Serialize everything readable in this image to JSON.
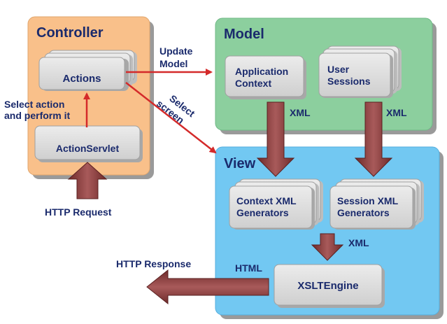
{
  "controller": {
    "title": "Controller",
    "actions_label": "Actions",
    "servlet_label": "ActionServlet"
  },
  "model": {
    "title": "Model",
    "app_context_line1": "Application",
    "app_context_line2": "Context",
    "user_sessions_line1": "User",
    "user_sessions_line2": "Sessions"
  },
  "view": {
    "title": "View",
    "context_gen_line1": "Context XML",
    "context_gen_line2": "Generators",
    "session_gen_line1": "Session XML",
    "session_gen_line2": "Generators",
    "xslt_label": "XSLTEngine"
  },
  "labels": {
    "update_model_line1": "Update",
    "update_model_line2": "Model",
    "select_screen_line1": "Select",
    "select_screen_line2": "screen",
    "select_action_line1": "Select action",
    "select_action_line2": "and perform it",
    "http_request": "HTTP Request",
    "http_response": "HTTP Response",
    "xml_left": "XML",
    "xml_right": "XML",
    "xml_view": "XML",
    "html": "HTML"
  },
  "colors": {
    "controller_fill": "#f9c08a",
    "model_fill": "#8ccf9e",
    "view_fill": "#72c8f2",
    "box_fill": "#dcdcdc",
    "arrow_red": "#d42a2a",
    "block_arrow": "#8a3a3a"
  }
}
